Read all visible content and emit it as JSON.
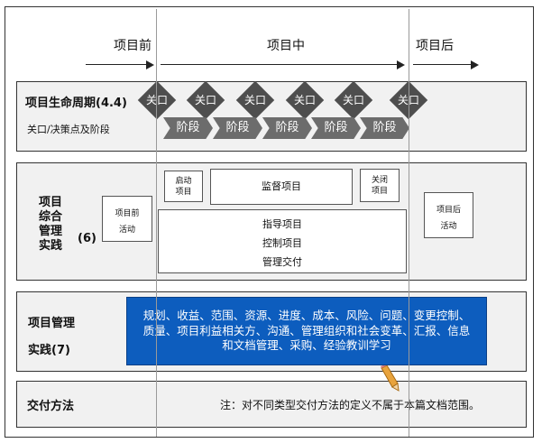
{
  "phases": {
    "pre": "项目前",
    "during": "项目中",
    "post": "项目后"
  },
  "lifecycle": {
    "title": "项目生命周期(4.4)",
    "subtitle": "关口/决策点及阶段",
    "gate_label": "关口",
    "stage_label": "阶段",
    "gate_count": 6,
    "stage_count": 5
  },
  "integrated": {
    "title_lines": [
      "项目",
      "综合",
      "管理",
      "实践"
    ],
    "count": "(6)",
    "pre_activity": [
      "项目前",
      "活动"
    ],
    "start": [
      "启动",
      "项目"
    ],
    "monitor": "监督项目",
    "close": [
      "关闭",
      "项目"
    ],
    "direct_items": [
      "指导项目",
      "控制项目",
      "管理交付"
    ],
    "post_activity": [
      "项目后",
      "活动"
    ]
  },
  "pm_practice": {
    "title_line1": "项目管理",
    "title_line2": "实践(7)",
    "content_lines": [
      "规划、收益、范围、资源、进度、成本、风险、问题、变更控制、",
      "质量、项目利益相关方、沟通、管理组织和社会变革、汇报、信息",
      "和文档管理、采购、经验教训学习"
    ]
  },
  "delivery": {
    "title": "交付方法",
    "note": "注：对不同类型交付方法的定义不属于本篇文档范围。"
  },
  "colors": {
    "gate": "#4e4e4e",
    "stage": "#6c6c6c",
    "band_bg": "#f1f1f1",
    "practice_blue": "#0d5dbe",
    "pencil": "#e8a33d"
  }
}
